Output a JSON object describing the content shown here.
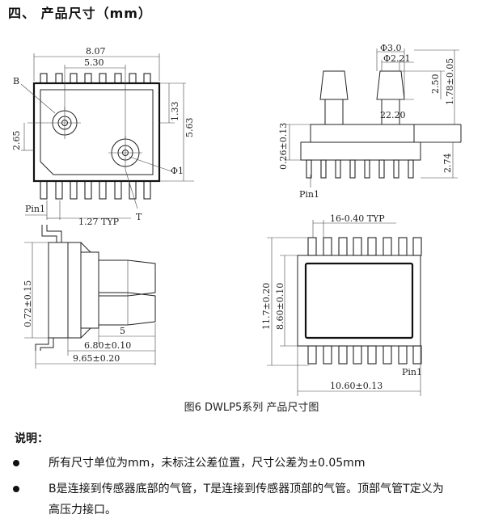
{
  "heading": "四、 产品尺寸（mm）",
  "caption": "图6 DWLP5系列  产品尺寸图",
  "notes_title": "说明：",
  "notes": [
    "所有尺寸单位为mm，未标注公差位置，尺寸公差为±0.05mm",
    "B是连接到传感器底部的气管，T是连接到传感器顶部的气管。顶部气管T定义为",
    "高压力接口。"
  ],
  "top_view": {
    "dim_width": "8.07",
    "dim_port_spacing": "5.30",
    "label_b": "B",
    "label_t": "T",
    "dim_b_offset": "2.65",
    "dim_right_upper": "1.33",
    "dim_right_total": "5.63",
    "label_phi": "Φ1",
    "pin1": "Pin1",
    "dim_pitch": "1.27 TYP"
  },
  "side_view": {
    "dim_phi_outer": "Φ3.0",
    "dim_phi_inner": "Φ2.21",
    "dim_tube_height": "2.50",
    "dim_total_height": "1.78±0.05",
    "dim_tube_gap": "22.20",
    "dim_body_offset": "0.26±0.13",
    "dim_lead_height": "2.74",
    "pin1": "Pin1"
  },
  "end_view": {
    "dim_lead": "0.72±0.15",
    "dim_tube": "5",
    "dim_body": "6.80±0.10",
    "dim_total": "9.65±0.20"
  },
  "bottom_view": {
    "dim_pins": "16-0.40 TYP",
    "dim_total_height": "11.7±0.20",
    "dim_body_height": "8.60±0.10",
    "dim_width": "10.60±0.13",
    "pin1": "Pin1"
  }
}
